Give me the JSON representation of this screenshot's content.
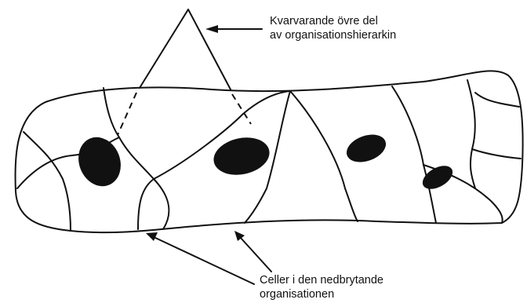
{
  "labels": {
    "top_line1": "Kvarvarande övre del",
    "top_line2": "av organisationshierarkin",
    "bottom_line1": "Celler i den nedbrytande",
    "bottom_line2": "organisationen"
  }
}
